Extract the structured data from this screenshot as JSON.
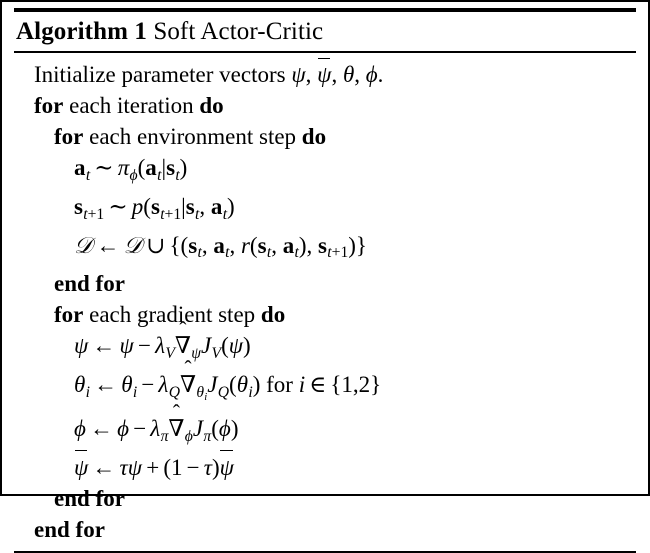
{
  "algorithm": {
    "title_keyword": "Algorithm 1",
    "title_name": "Soft Actor-Critic",
    "lines": [
      {
        "id": "initialize",
        "indent": 1,
        "text": "Initialize parameter vectors ψ, ψ̄, θ, ϕ."
      },
      {
        "id": "for-iteration",
        "indent": 1,
        "text": "for each iteration do"
      },
      {
        "id": "for-env-step",
        "indent": 2,
        "text": "for each environment step do"
      },
      {
        "id": "sample-action",
        "indent": 3,
        "text": "a_t ~ π_ϕ(a_t|s_t)"
      },
      {
        "id": "sample-next-state",
        "indent": 3,
        "text": "s_{t+1} ~ p(s_{t+1}|s_t, a_t)"
      },
      {
        "id": "append-buffer",
        "indent": 3,
        "text": "D ← D ∪ {(s_t, a_t, r(s_t, a_t), s_{t+1})}"
      },
      {
        "id": "end-for-env-step",
        "indent": 2,
        "text": "end for"
      },
      {
        "id": "for-gradient-step",
        "indent": 2,
        "text": "for each gradient step do"
      },
      {
        "id": "update-psi",
        "indent": 3,
        "text": "ψ ← ψ − λ_V ∇̂_ψ J_V(ψ)"
      },
      {
        "id": "update-theta",
        "indent": 3,
        "text": "θ_i ← θ_i − λ_Q ∇̂_{θ_i} J_Q(θ_i) for i ∈ {1,2}"
      },
      {
        "id": "update-phi",
        "indent": 3,
        "text": "ϕ ← ϕ − λ_π ∇̂_ϕ J_π(ϕ)"
      },
      {
        "id": "update-psi-bar",
        "indent": 3,
        "text": "ψ̄ ← τψ + (1 − τ)ψ̄"
      },
      {
        "id": "end-for-gradient-step",
        "indent": 2,
        "text": "end for"
      },
      {
        "id": "end-for-iteration",
        "indent": 1,
        "text": "end for"
      }
    ],
    "keywords": {
      "for": "for",
      "do": "do",
      "end_for": "end for",
      "initialize": "Initialize parameter vectors",
      "each_iteration": "each iteration",
      "each_environment_step": "each environment step",
      "each_gradient_step": "each gradient step",
      "for_roman": "for"
    },
    "symbols": {
      "psi": "ψ",
      "theta": "θ",
      "phi": "ϕ",
      "tau": "τ",
      "pi": "π",
      "lambda": "λ",
      "nabla": "∇",
      "script_d": "𝒟",
      "union": "∪",
      "leftarrow": "←",
      "sim": "∼",
      "minus": "−",
      "plus": "+",
      "in": "∈",
      "a_vec": "a",
      "s_vec": "s",
      "r_fn": "r",
      "p_fn": "p",
      "J_fn": "J",
      "V_sub": "V",
      "Q_sub": "Q",
      "t_sub": "t",
      "i_sub": "i",
      "one": "1",
      "two": "2",
      "period": ".",
      "comma": ",",
      "bar_over": "̄"
    },
    "colors": {
      "ink": "#000000",
      "paper": "#ffffff"
    }
  }
}
